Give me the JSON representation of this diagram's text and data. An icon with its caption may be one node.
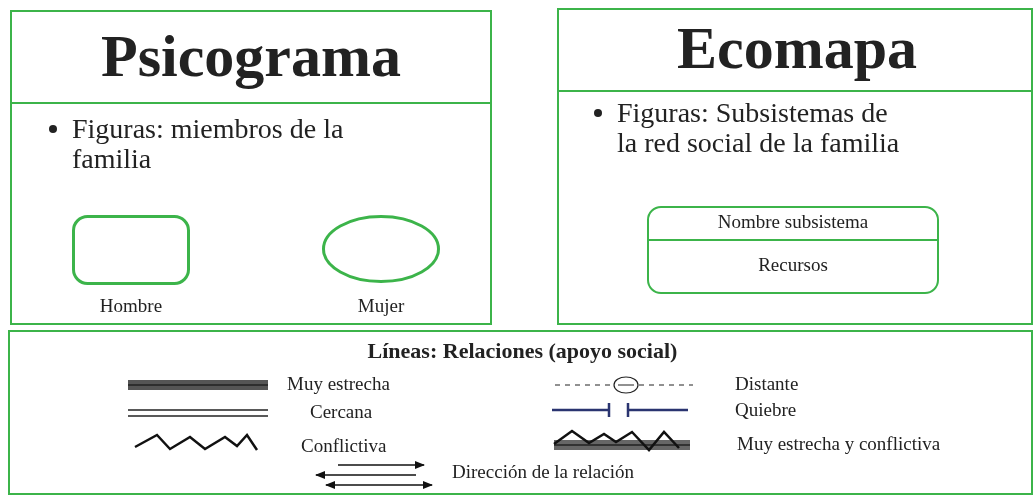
{
  "diagram": {
    "nodes": [
      {
        "text": [
          "Psicograma",
          "Figuras: miembros de la familia"
        ]
      },
      {
        "text": [],
        "shape": "box",
        "in": 0,
        "beside": [
          "Hombre"
        ]
      },
      {
        "text": [],
        "shape": "circle",
        "in": 0,
        "beside": [
          "Mujer"
        ]
      },
      {
        "text": [
          "Ecomapa",
          "Figuras: Subsistemas de la red social de la familia"
        ]
      },
      {
        "text": [
          "Nombre subsistema",
          "Recursos"
        ],
        "in": 3
      },
      {
        "text": [
          "Líneas: Relaciones (apoyo social)"
        ]
      }
    ],
    "legend": [
      {
        "text": "Muy estrecha"
      },
      {
        "text": "Cercana"
      },
      {
        "text": "Conflictiva"
      },
      {
        "text": "Distante"
      },
      {
        "text": "Quiebre"
      },
      {
        "text": "Muy estrecha y conflictiva"
      },
      {
        "text": "Dirección de la relación"
      }
    ]
  }
}
